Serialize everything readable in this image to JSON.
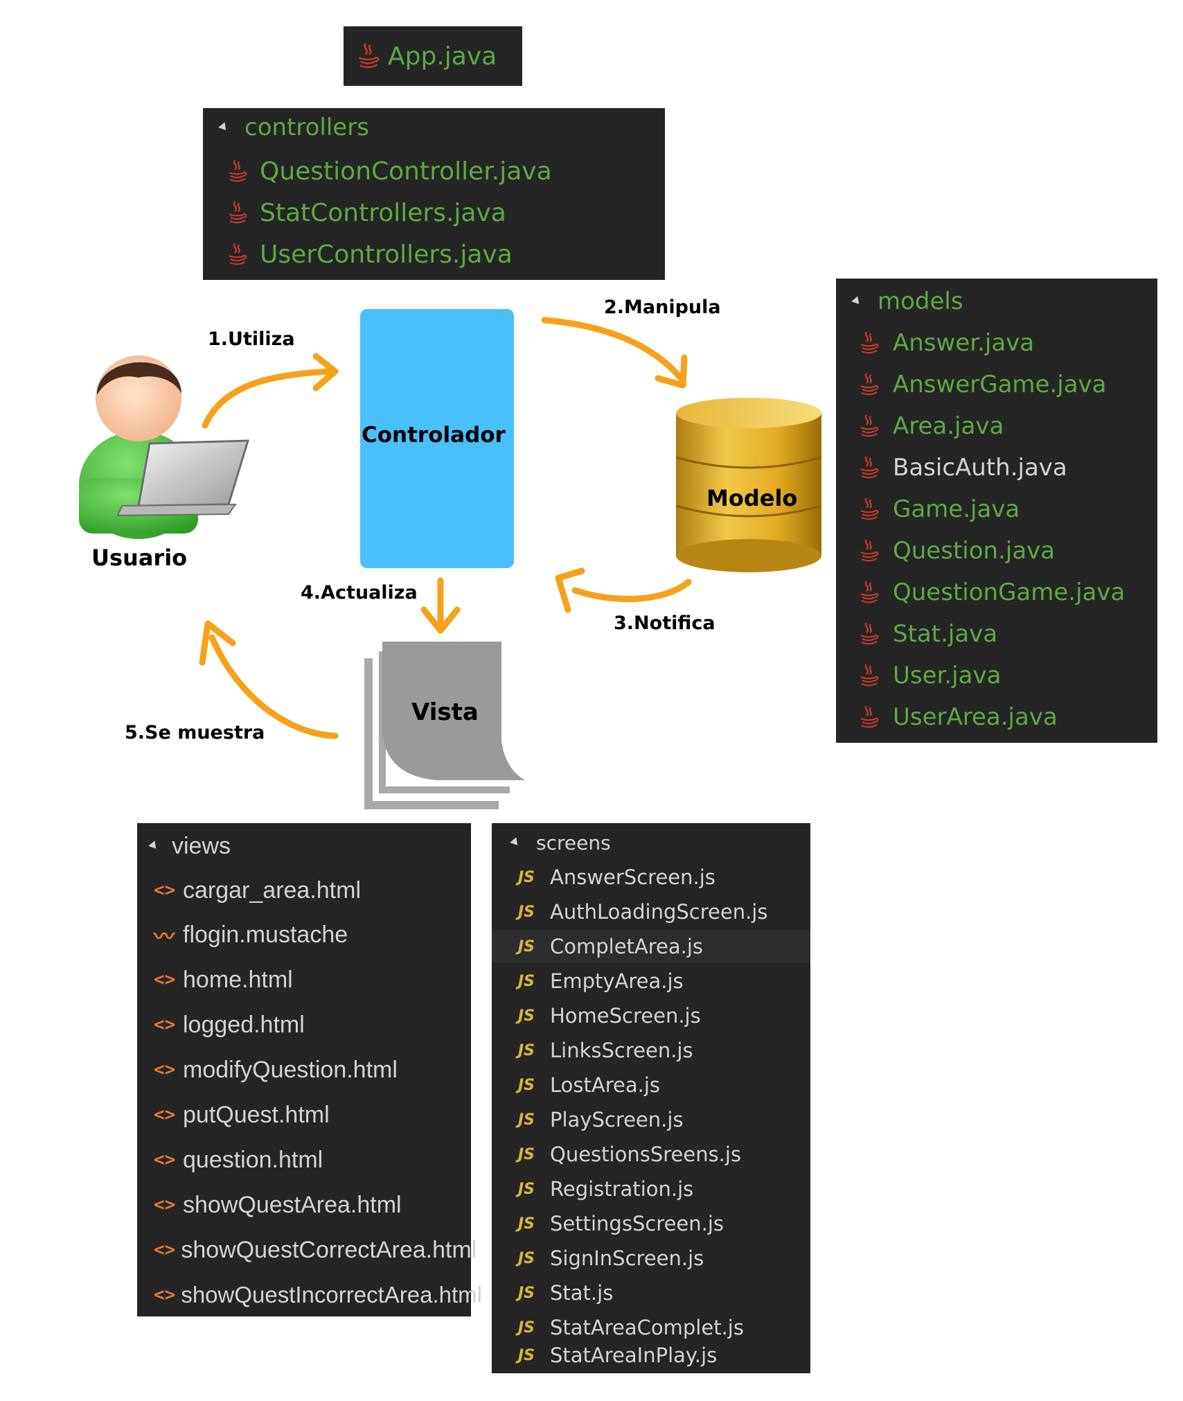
{
  "app_file": {
    "name": "App.java"
  },
  "controllers": {
    "folder": "controllers",
    "files": [
      "QuestionController.java",
      "StatControllers.java",
      "UserControllers.java"
    ]
  },
  "models": {
    "folder": "models",
    "files": [
      "Answer.java",
      "AnswerGame.java",
      "Area.java",
      "BasicAuth.java",
      "Game.java",
      "Question.java",
      "QuestionGame.java",
      "Stat.java",
      "User.java",
      "UserArea.java"
    ]
  },
  "views": {
    "folder": "views",
    "files": [
      "cargar_area.html",
      "flogin.mustache",
      "home.html",
      "logged.html",
      "modifyQuestion.html",
      "putQuest.html",
      "question.html",
      "showQuestArea.html",
      "showQuestCorrectArea.html",
      "showQuestIncorrectArea.html"
    ]
  },
  "screens": {
    "folder": "screens",
    "icon_label": "JS",
    "files": [
      "AnswerScreen.js",
      "AuthLoadingScreen.js",
      "CompletArea.js",
      "EmptyArea.js",
      "HomeScreen.js",
      "LinksScreen.js",
      "LostArea.js",
      "PlayScreen.js",
      "QuestionsSreens.js",
      "Registration.js",
      "SettingsScreen.js",
      "SignInScreen.js",
      "Stat.js",
      "StatAreaComplet.js",
      "StatAreaInPlay.js"
    ]
  },
  "diagram": {
    "usuario": "Usuario",
    "controlador": "Controlador",
    "modelo": "Modelo",
    "vista": "Vista",
    "step1": "1.Utiliza",
    "step2": "2.Manipula",
    "step3": "3.Notifica",
    "step4": "4.Actualiza",
    "step5": "5.Se muestra"
  },
  "colors": {
    "panel_bg": "#252526",
    "java_green": "#5fa944",
    "arrow_orange": "#f7a11a",
    "controller_blue": "#4ac0fb",
    "vista_gray": "#9a9a9a",
    "js_yellow": "#d7b73c",
    "html_orange": "#e37933"
  }
}
